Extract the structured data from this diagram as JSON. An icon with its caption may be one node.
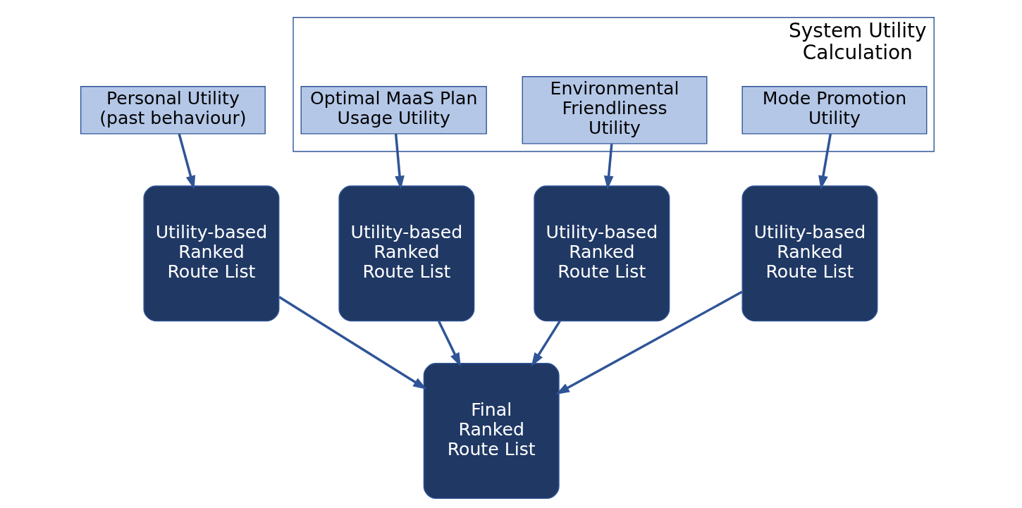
{
  "diagram": {
    "nodes": [
      {
        "text": [
          "Personal Utility (past behaviour)"
        ]
      },
      {
        "text": [
          "System Utility Calculation"
        ]
      },
      {
        "text": [
          "Optimal MaaS Plan Usage Utility"
        ],
        "in": 1
      },
      {
        "text": [
          "Environmental Friendliness Utility"
        ],
        "in": 1
      },
      {
        "text": [
          "Mode Promotion Utility"
        ],
        "in": 1
      },
      {
        "text": [
          "Utility-based Ranked Route List"
        ]
      },
      {
        "text": [
          "Utility-based Ranked Route List"
        ]
      },
      {
        "text": [
          "Utility-based Ranked Route List"
        ]
      },
      {
        "text": [
          "Utility-based Ranked Route List"
        ]
      },
      {
        "text": [
          "Final Ranked Route List"
        ]
      }
    ],
    "edges": [
      {
        "from": 0,
        "to": 5,
        "arrow": "to"
      },
      {
        "from": 2,
        "to": 6,
        "arrow": "to"
      },
      {
        "from": 3,
        "to": 7,
        "arrow": "to"
      },
      {
        "from": 4,
        "to": 8,
        "arrow": "to"
      },
      {
        "from": 5,
        "to": 9,
        "arrow": "to"
      },
      {
        "from": 6,
        "to": 9,
        "arrow": "to"
      },
      {
        "from": 7,
        "to": 9,
        "arrow": "to"
      },
      {
        "from": 8,
        "to": 9,
        "arrow": "to"
      }
    ]
  }
}
